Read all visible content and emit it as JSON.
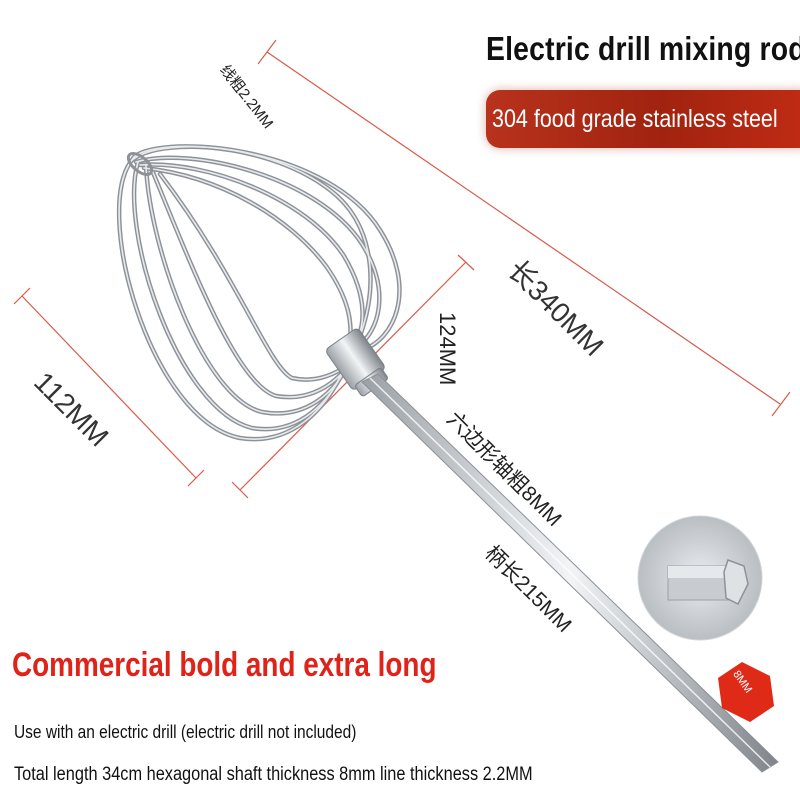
{
  "header": {
    "title": "Electric drill mixing rod",
    "badge": "304 food grade stainless steel"
  },
  "dimensions": {
    "wire_thickness": "线粗2.2MM",
    "total_length": "长340MM",
    "head_height": "124MM",
    "head_width": "112MM",
    "hex_shaft": "六边形轴粗8MM",
    "handle_length": "柄长215MM",
    "hex_detail": "8MM"
  },
  "footer": {
    "headline": "Commercial bold and extra long",
    "note": "Use with an electric drill (electric drill not included)",
    "specs": "Total length 34cm hexagonal shaft thickness 8mm line thickness 2.2MM"
  },
  "colors": {
    "accent_red": "#e02318",
    "badge_red": "#a1230f",
    "dimension_line": "#d85a4a"
  }
}
